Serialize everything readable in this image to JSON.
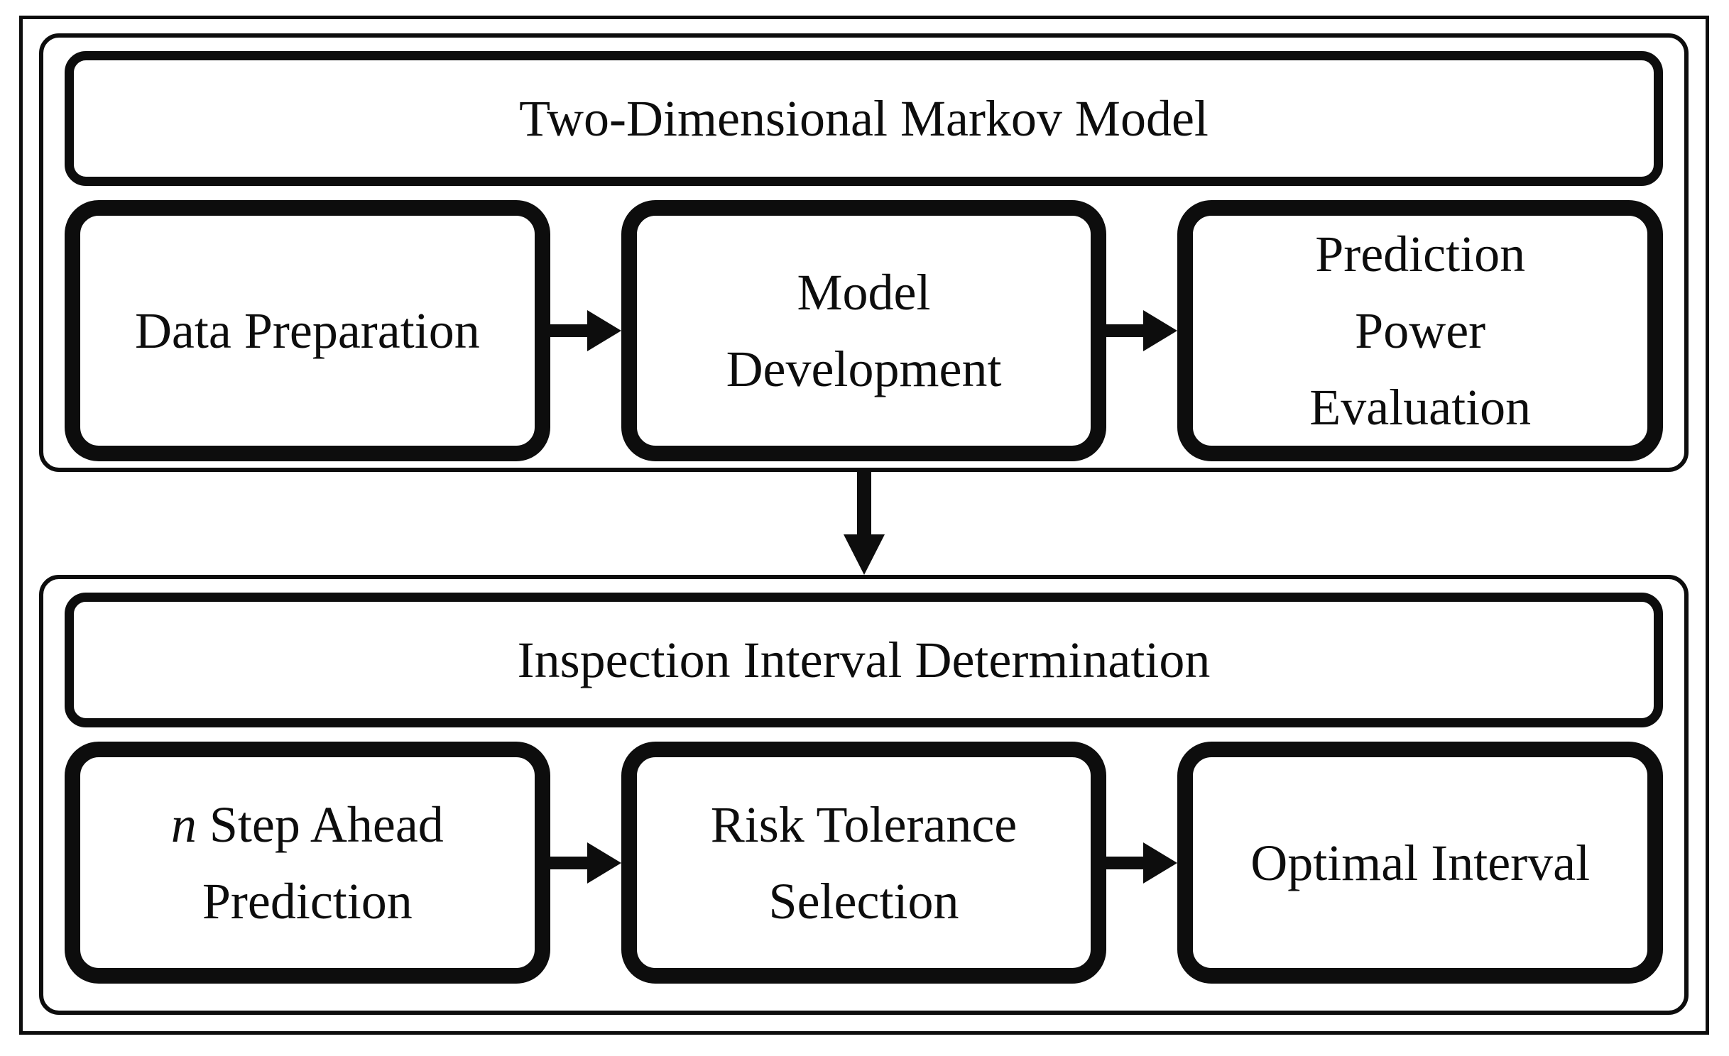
{
  "figure": {
    "colors": {
      "ink": "#0d0d0d",
      "background": "#ffffff"
    },
    "icons": {
      "step_connector": "right-arrow",
      "section_connector": "down-arrow"
    },
    "sections": [
      {
        "title": "Two-Dimensional Markov Model",
        "steps": [
          {
            "label": "Data Preparation"
          },
          {
            "label": "Model\nDevelopment"
          },
          {
            "label": "Prediction\nPower\nEvaluation"
          }
        ]
      },
      {
        "title": "Inspection Interval Determination",
        "steps": [
          {
            "italic_prefix": "n",
            "label": " Step Ahead\nPrediction"
          },
          {
            "label": "Risk Tolerance\nSelection"
          },
          {
            "label": "Optimal Interval"
          }
        ]
      }
    ]
  }
}
